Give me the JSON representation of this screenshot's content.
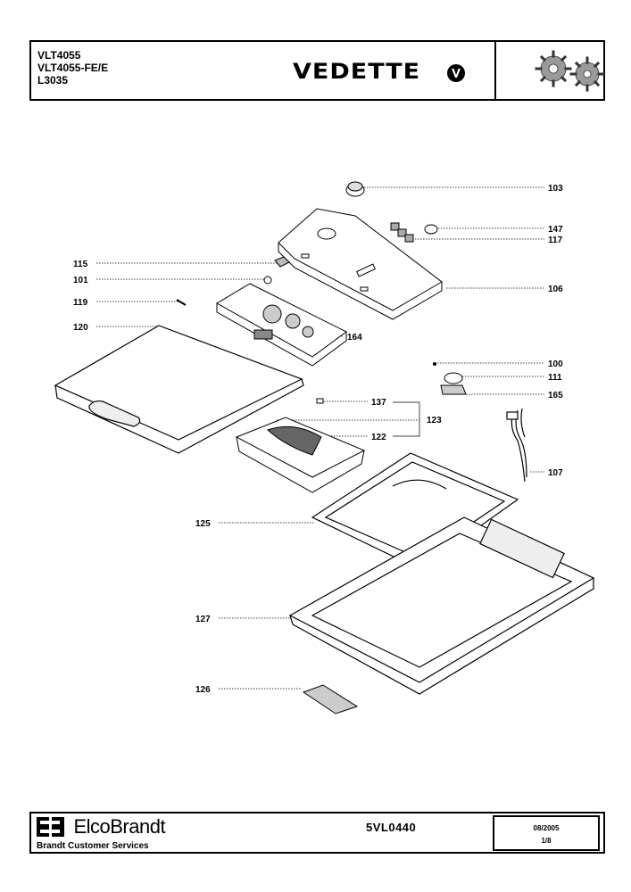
{
  "header": {
    "models": [
      "VLT4055",
      "VLT4055-FE/E",
      "L3035"
    ],
    "brand": "VEDETTE"
  },
  "diagram": {
    "callouts": [
      {
        "id": "c103",
        "label": "103"
      },
      {
        "id": "c147",
        "label": "147"
      },
      {
        "id": "c117",
        "label": "117"
      },
      {
        "id": "c115",
        "label": "115"
      },
      {
        "id": "c101",
        "label": "101"
      },
      {
        "id": "c106",
        "label": "106"
      },
      {
        "id": "c119",
        "label": "119"
      },
      {
        "id": "c120",
        "label": "120"
      },
      {
        "id": "c164",
        "label": "164"
      },
      {
        "id": "c100",
        "label": "100"
      },
      {
        "id": "c111",
        "label": "111"
      },
      {
        "id": "c165",
        "label": "165"
      },
      {
        "id": "c137",
        "label": "137"
      },
      {
        "id": "c123",
        "label": "123"
      },
      {
        "id": "c122",
        "label": "122"
      },
      {
        "id": "c107",
        "label": "107"
      },
      {
        "id": "c125",
        "label": "125"
      },
      {
        "id": "c127",
        "label": "127"
      },
      {
        "id": "c126",
        "label": "126"
      }
    ]
  },
  "footer": {
    "company": "ElcoBrandt",
    "service": "Brandt Customer Services",
    "doc_code": "5VL0440",
    "date": "08/2005",
    "page": "1/8"
  }
}
